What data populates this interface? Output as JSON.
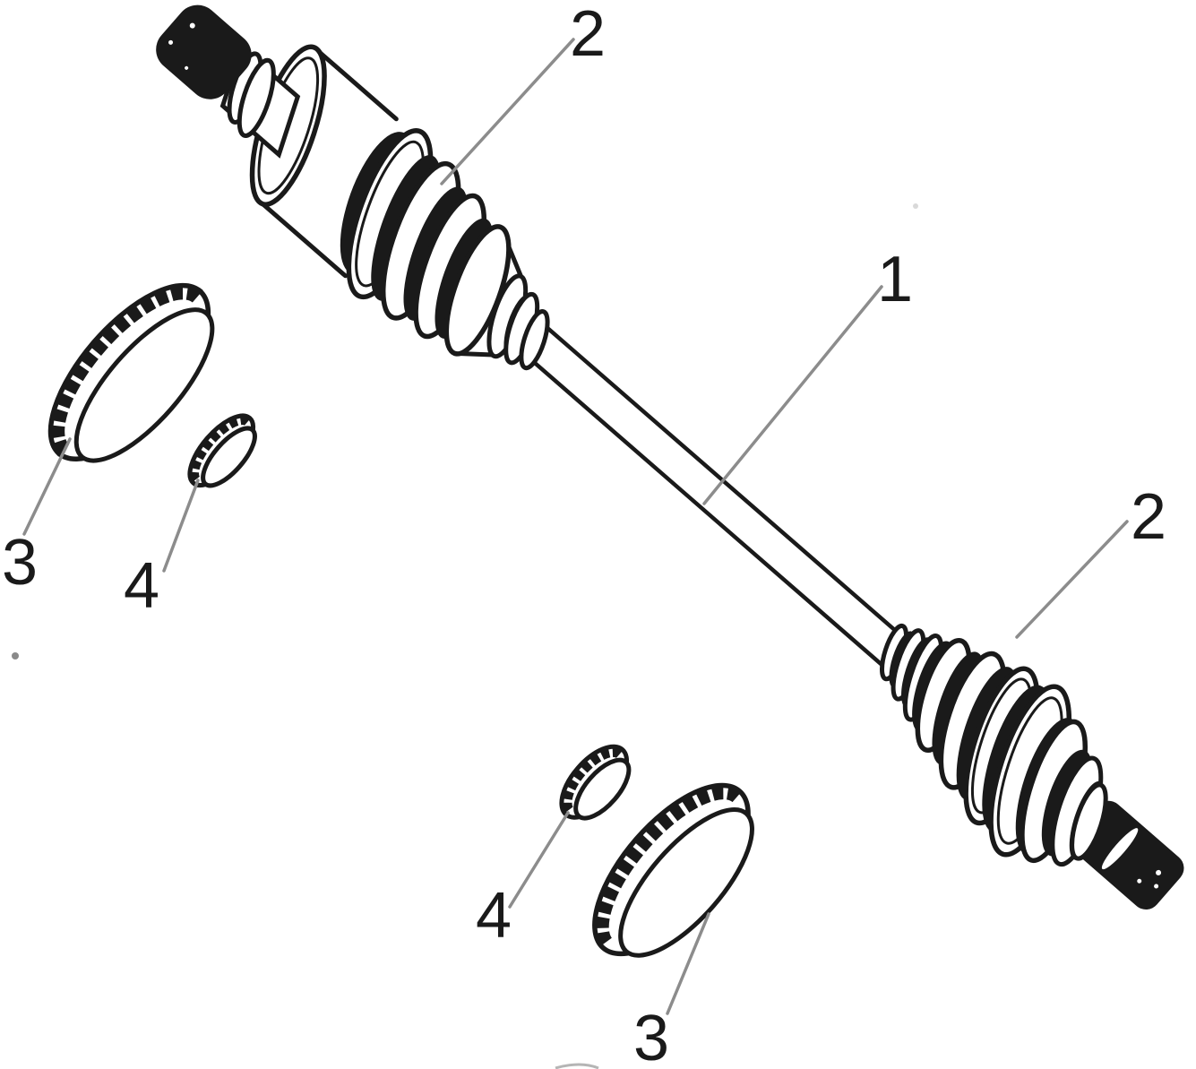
{
  "figure": {
    "colors": {
      "paper": "#ffffff",
      "line": "#1a1a1a",
      "leader": "#8c8c8c"
    },
    "callouts": {
      "shaft": "1",
      "boot_left": "2",
      "boot_right": "2",
      "clamp_large_left": "3",
      "clamp_large_bottom": "3",
      "clamp_small_left": "4",
      "clamp_small_bottom": "4"
    }
  }
}
